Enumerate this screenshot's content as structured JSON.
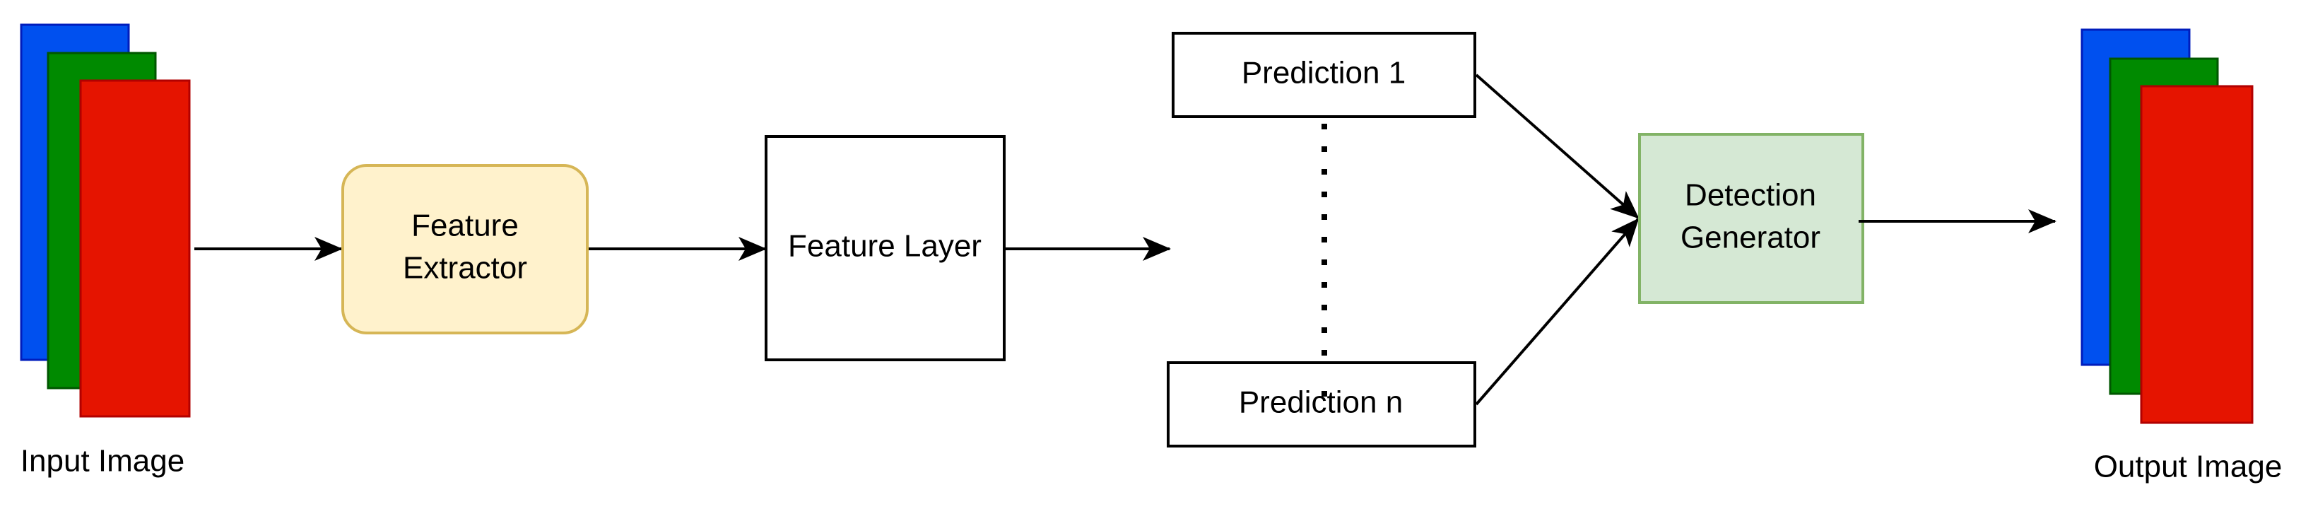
{
  "input_image": {
    "label": "Input Image"
  },
  "feature_extractor": {
    "lines": [
      "Feature",
      "Extractor"
    ],
    "fill": "#fff2cc",
    "stroke": "#d6b656"
  },
  "feature_layer": {
    "label": "Feature Layer"
  },
  "predictions": {
    "first": "Prediction 1",
    "last": "Prediction n"
  },
  "detection_generator": {
    "lines": [
      "Detection",
      "Generator"
    ],
    "fill": "#d5e8d4",
    "stroke": "#82b366"
  },
  "output_image": {
    "label": "Output Image"
  },
  "colors": {
    "channel_blue": "#0050ef",
    "channel_green": "#008a00",
    "channel_red": "#e51400",
    "stroke": "#000000"
  }
}
